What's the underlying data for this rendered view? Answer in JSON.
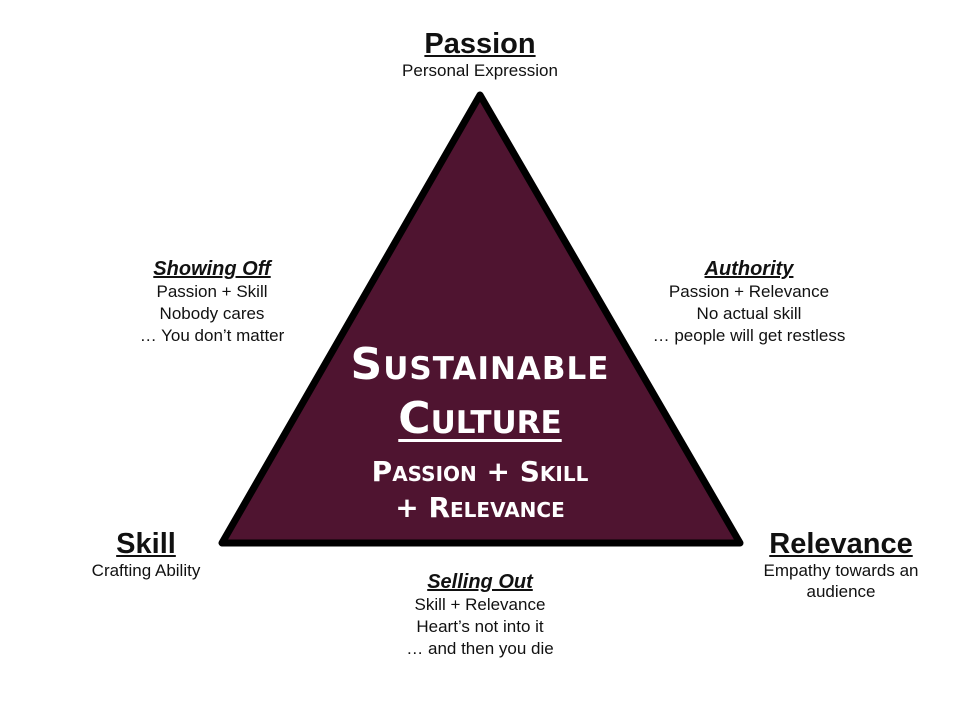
{
  "colors": {
    "triangle_fill": "#4f1430",
    "triangle_stroke": "#000000"
  },
  "vertices": {
    "passion": {
      "title": "Passion",
      "subtitle": "Personal Expression"
    },
    "skill": {
      "title": "Skill",
      "subtitle": "Crafting Ability"
    },
    "relevance": {
      "title": "Relevance",
      "subtitle_lines": [
        "Empathy towards an",
        "audience"
      ]
    }
  },
  "edges": {
    "showing_off": {
      "title": "Showing Off",
      "lines": [
        "Passion + Skill",
        "Nobody cares",
        "… You don’t matter"
      ]
    },
    "authority": {
      "title": "Authority",
      "lines": [
        "Passion + Relevance",
        "No actual skill",
        "… people will get restless"
      ]
    },
    "selling_out": {
      "title": "Selling Out",
      "lines": [
        "Skill + Relevance",
        "Heart’s not into it",
        "… and then you die"
      ]
    }
  },
  "center": {
    "line1": "Sustainable",
    "line2": "Culture",
    "line3": "Passion + Skill",
    "line4": "+ Relevance"
  }
}
